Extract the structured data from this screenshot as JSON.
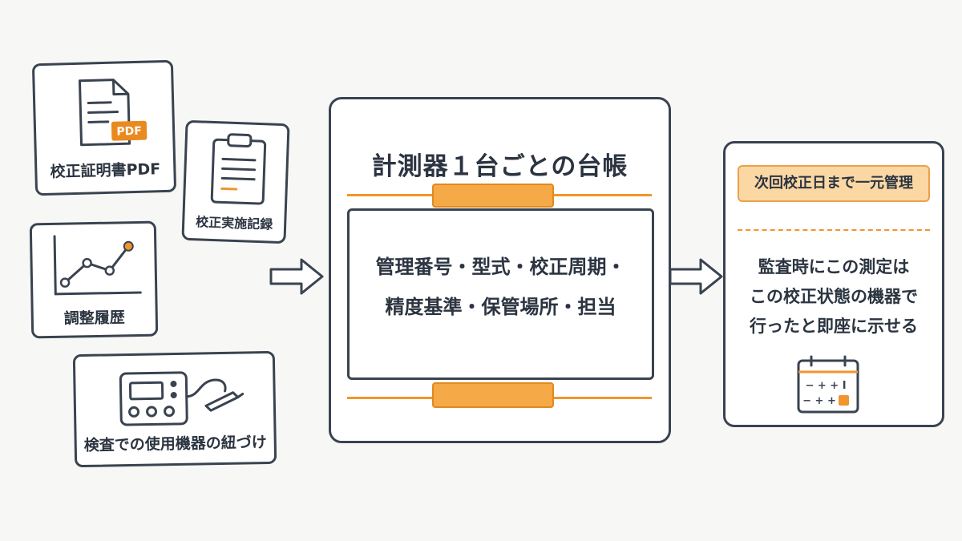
{
  "inputs": {
    "pdf": {
      "label": "校正証明書PDF",
      "badge": "PDF"
    },
    "record": {
      "label": "校正実施記録"
    },
    "history": {
      "label": "調整履歴"
    },
    "equipment": {
      "label": "検査での使用機器の紐づけ"
    }
  },
  "hub": {
    "title": "計測器１台ごとの台帳",
    "fields": [
      "管理番号・型式・校正周期・",
      "精度基準・保管場所・担当"
    ]
  },
  "output": {
    "badge": "次回校正日まで一元管理",
    "lines": [
      "監査時にこの測定は",
      "この校正状態の機器で",
      "行ったと即座に示せる"
    ],
    "calendar_marks": [
      "− + + Ⅰ",
      "− + +"
    ]
  },
  "colors": {
    "accent": "#f0962c",
    "ink": "#3a4350",
    "badge_fill": "#fbd7a4"
  }
}
